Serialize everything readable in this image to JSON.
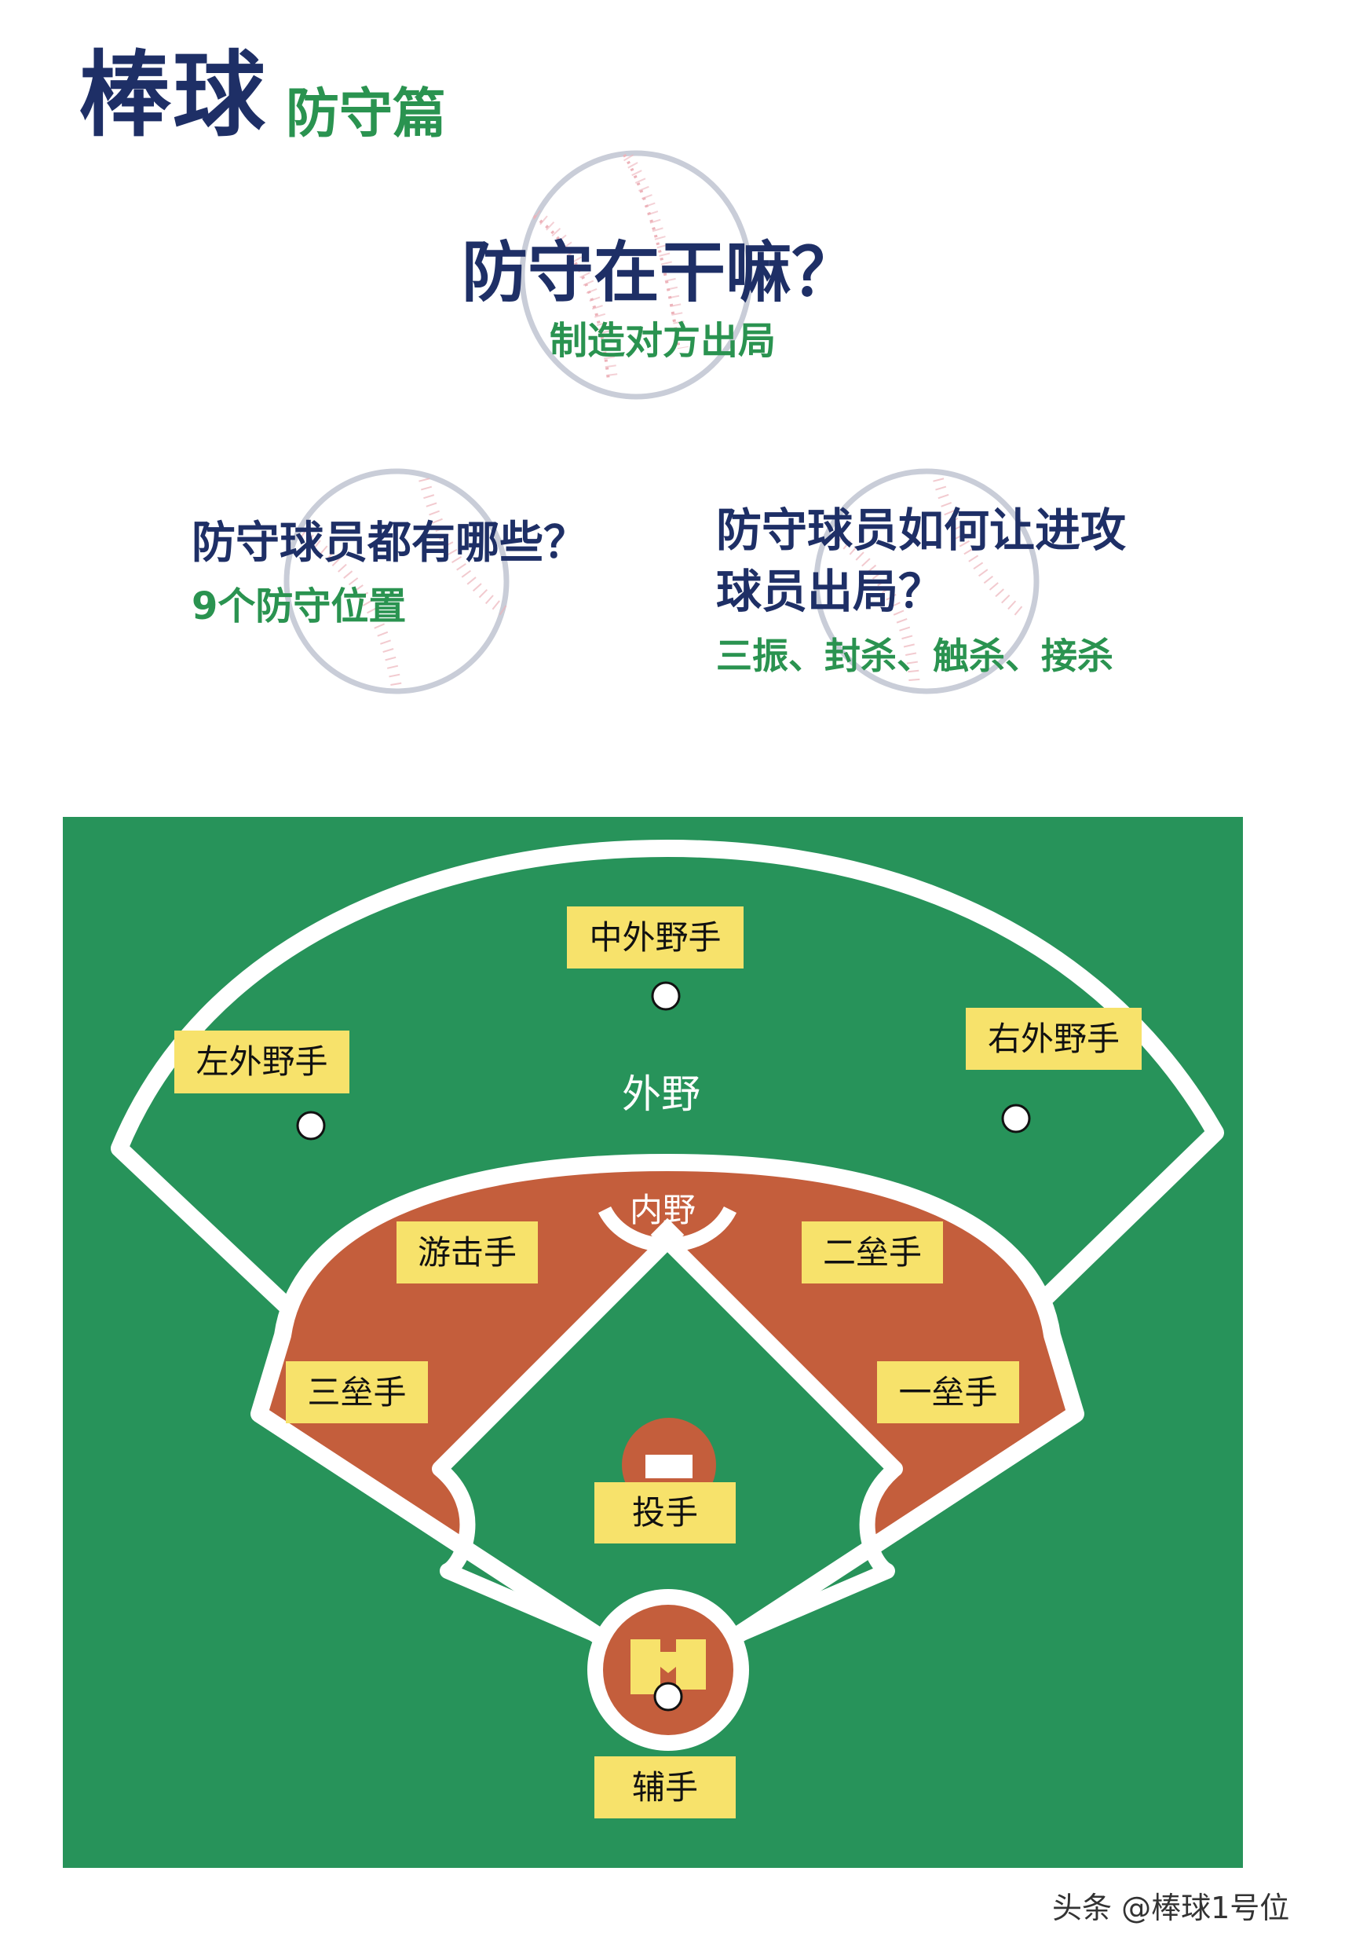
{
  "header": {
    "title": "棒球",
    "subtitle": "防守篇"
  },
  "section_main": {
    "question": "防守在干嘛？",
    "answer": "制造对方出局"
  },
  "section_left": {
    "question": "防守球员都有哪些？",
    "answer": "9个防守位置"
  },
  "section_right": {
    "question_line1": "防守球员如何让进攻",
    "question_line2": "球员出局？",
    "answer": "三振、封杀、触杀、接杀"
  },
  "field": {
    "zones": {
      "outfield": "外野",
      "infield": "内野"
    },
    "positions": [
      {
        "id": "center-fielder",
        "label": "中外野手"
      },
      {
        "id": "left-fielder",
        "label": "左外野手"
      },
      {
        "id": "right-fielder",
        "label": "右外野手"
      },
      {
        "id": "shortstop",
        "label": "游击手"
      },
      {
        "id": "second-baseman",
        "label": "二垒手"
      },
      {
        "id": "third-baseman",
        "label": "三垒手"
      },
      {
        "id": "first-baseman",
        "label": "一垒手"
      },
      {
        "id": "pitcher",
        "label": "投手"
      },
      {
        "id": "catcher",
        "label": "辅手"
      }
    ],
    "colors": {
      "grass": "#27935A",
      "dirt": "#C45E3C",
      "lines": "#FFFFFF",
      "label_bg": "#F7E26B"
    }
  },
  "colors": {
    "navy": "#1E2F66",
    "green": "#2A9350",
    "seam_red": "#E8A0A8",
    "ball_outline": "#C9CDD8"
  },
  "watermark": "头条 @棒球1号位"
}
